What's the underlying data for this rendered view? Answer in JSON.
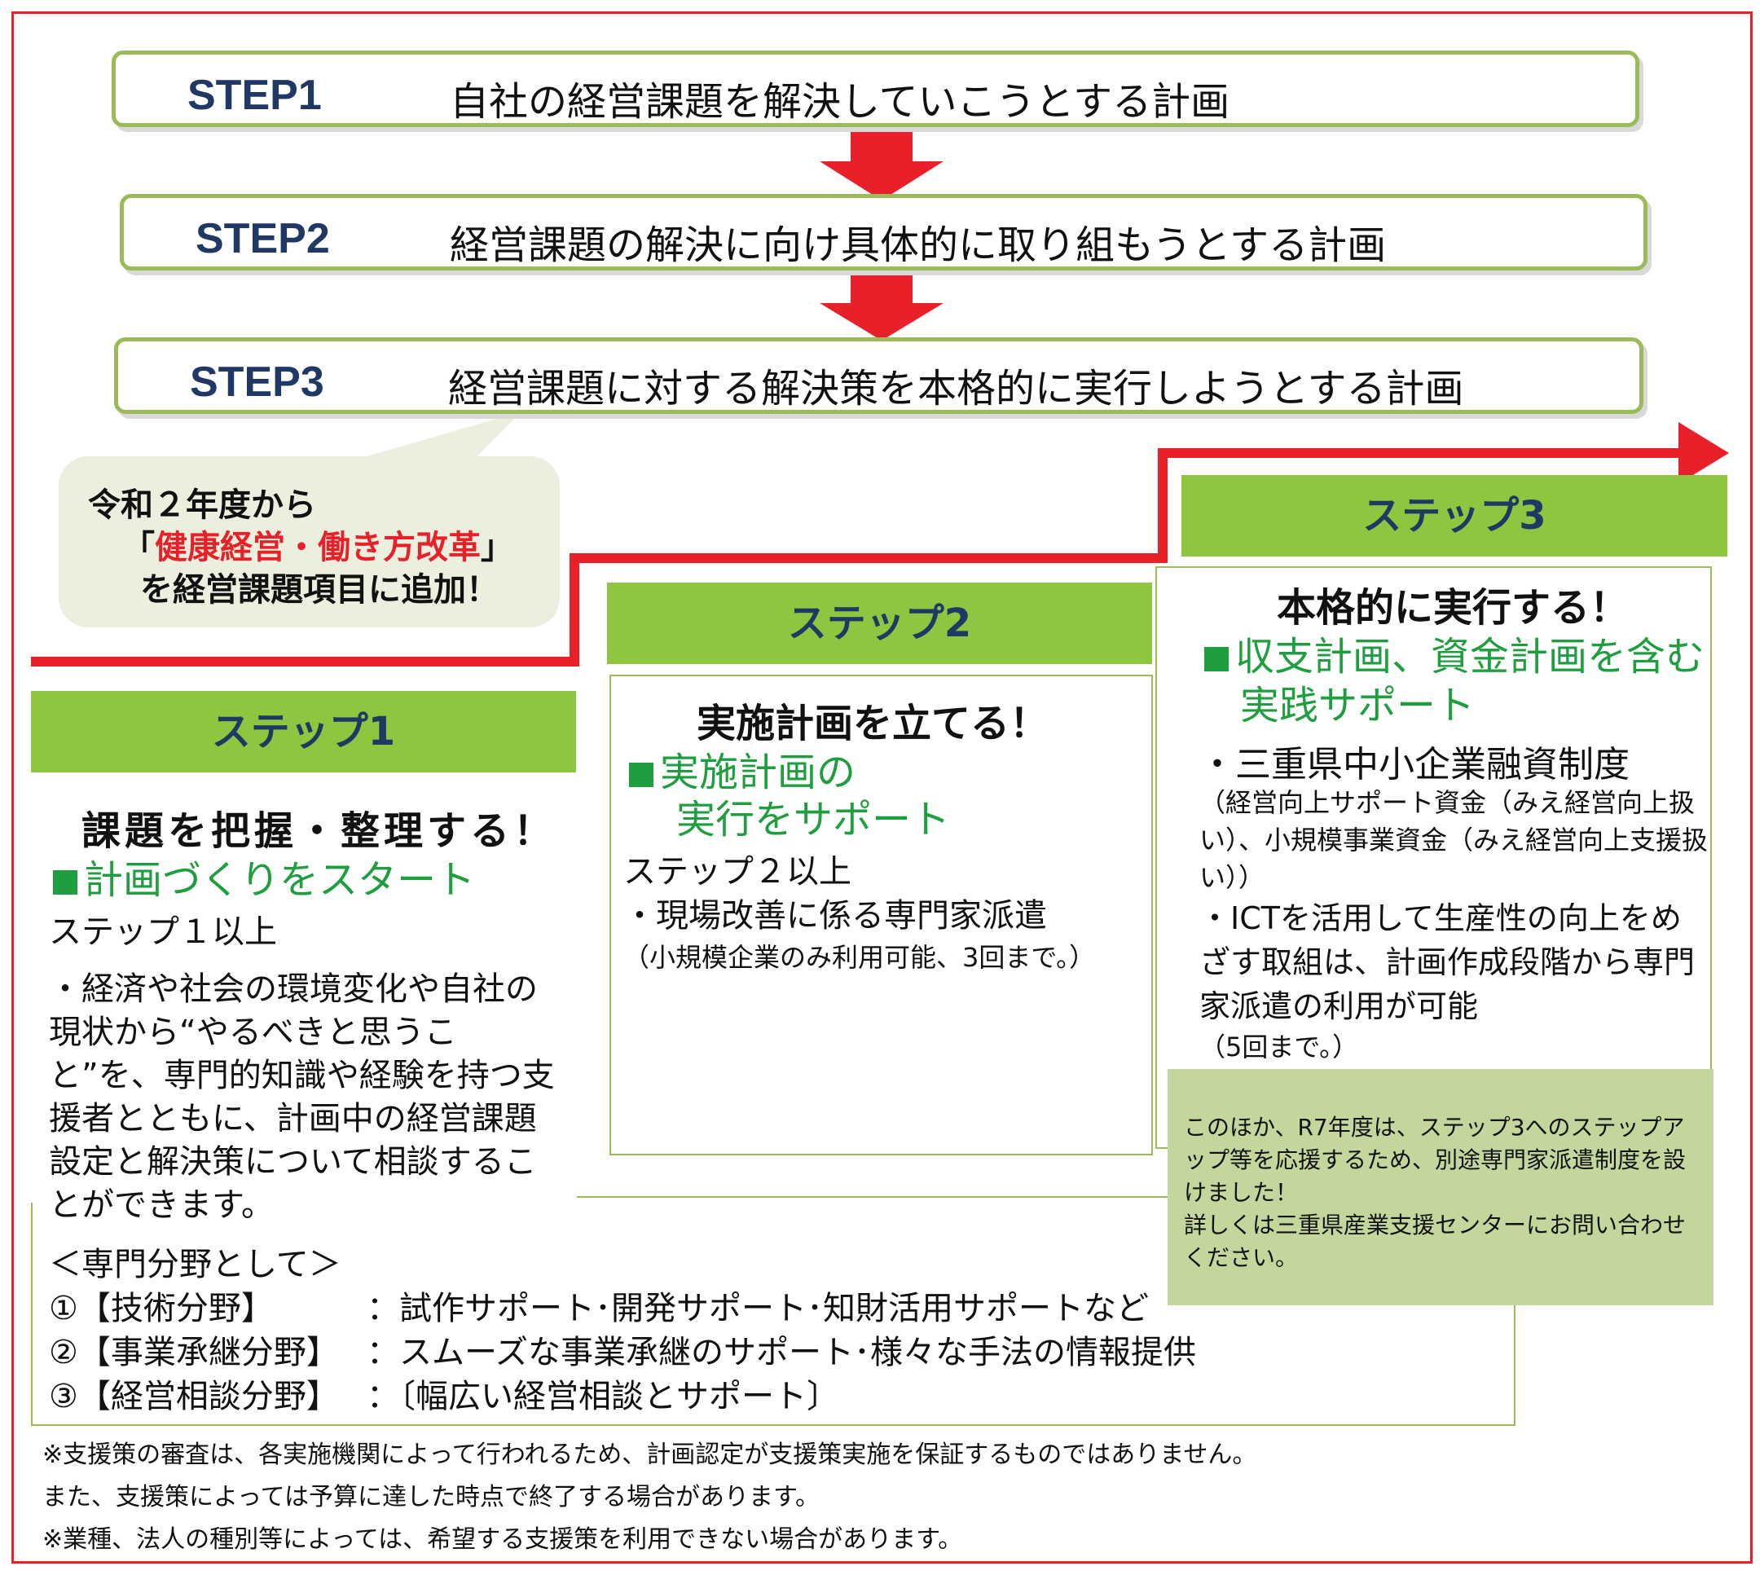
{
  "steps": [
    {
      "label": "STEP1",
      "text": "自社の経営課題を解決していこうとする計画"
    },
    {
      "label": "STEP2",
      "text": "経営課題の解決に向け具体的に取り組もうとする計画"
    },
    {
      "label": "STEP3",
      "text": "経営課題に対する解決策を本格的に実行しようとする計画"
    }
  ],
  "callout": {
    "line1": "令和２年度から",
    "open": "「",
    "highlight": "健康経営・働き方改革",
    "close": "」",
    "line3": "を経営課題項目に追加！"
  },
  "step1": {
    "header": "ステップ1",
    "title": "課題を把握・整理する！",
    "support": "計画づくりをスタート",
    "level": "ステップ１以上",
    "desc": "・経済や社会の環境変化や自社の現状から“やるべきと思うこと”を、専門的知識や経験を持つ支援者とともに、計画中の経営課題設定と解決策について相談することができます。",
    "fields_title": "＜専門分野として＞",
    "fields": [
      {
        "name": "①【技術分野】",
        "desc": "：試作サポート･開発サポート･知財活用サポートなど"
      },
      {
        "name": "②【事業承継分野】",
        "desc": "：スムーズな事業承継のサポート･様々な手法の情報提供"
      },
      {
        "name": "③【経営相談分野】",
        "desc": "：〔幅広い経営相談とサポート〕"
      }
    ]
  },
  "step2": {
    "header": "ステップ2",
    "title": "実施計画を立てる！",
    "support1": "実施計画の",
    "support2": "実行をサポート",
    "level": "ステップ２以上",
    "item": "・現場改善に係る専門家派遣",
    "note": "（小規模企業のみ利用可能、3回まで。）"
  },
  "step3": {
    "header": "ステップ3",
    "title": "本格的に実行する！",
    "support1": "収支計画、資金計画を含む",
    "support2": "実践サポート",
    "item1": "・三重県中小企業融資制度",
    "note1": "（経営向上サポート資金（みえ経営向上扱い）、小規模事業資金（みえ経営向上支援扱い））",
    "item2": "・ICTを活用して生産性の向上をめざす取組は、計画作成段階から専門家派遣の利用が可能",
    "note2": "（5回まで。）"
  },
  "note_box": "このほか、R7年度は、ステップ3へのステップアップ等を応援するため、別途専門家派遣制度を設けました！\n詳しくは三重県産業支援センターにお問い合わせください。",
  "footnotes": [
    "※支援策の審査は、各実施機関によって行われるため、計画認定が支援策実施を保証するものではありません。",
    "また、支援策によっては予算に達した時点で終了する場合があります。",
    "※業種、法人の種別等によっては、希望する支援策を利用できない場合があります。"
  ],
  "colors": {
    "frame": "#e8202a",
    "arrow": "#e8202a",
    "header_bg": "#8dc63f",
    "border_green": "#9bbb59",
    "step_label": "#1f3864",
    "support_green": "#1e9e3e",
    "callout_bg": "#ebf0de",
    "note_bg": "#c3d69b"
  },
  "icons": [
    "down-arrow-icon",
    "staircase-arrow-icon",
    "green-square-icon"
  ]
}
